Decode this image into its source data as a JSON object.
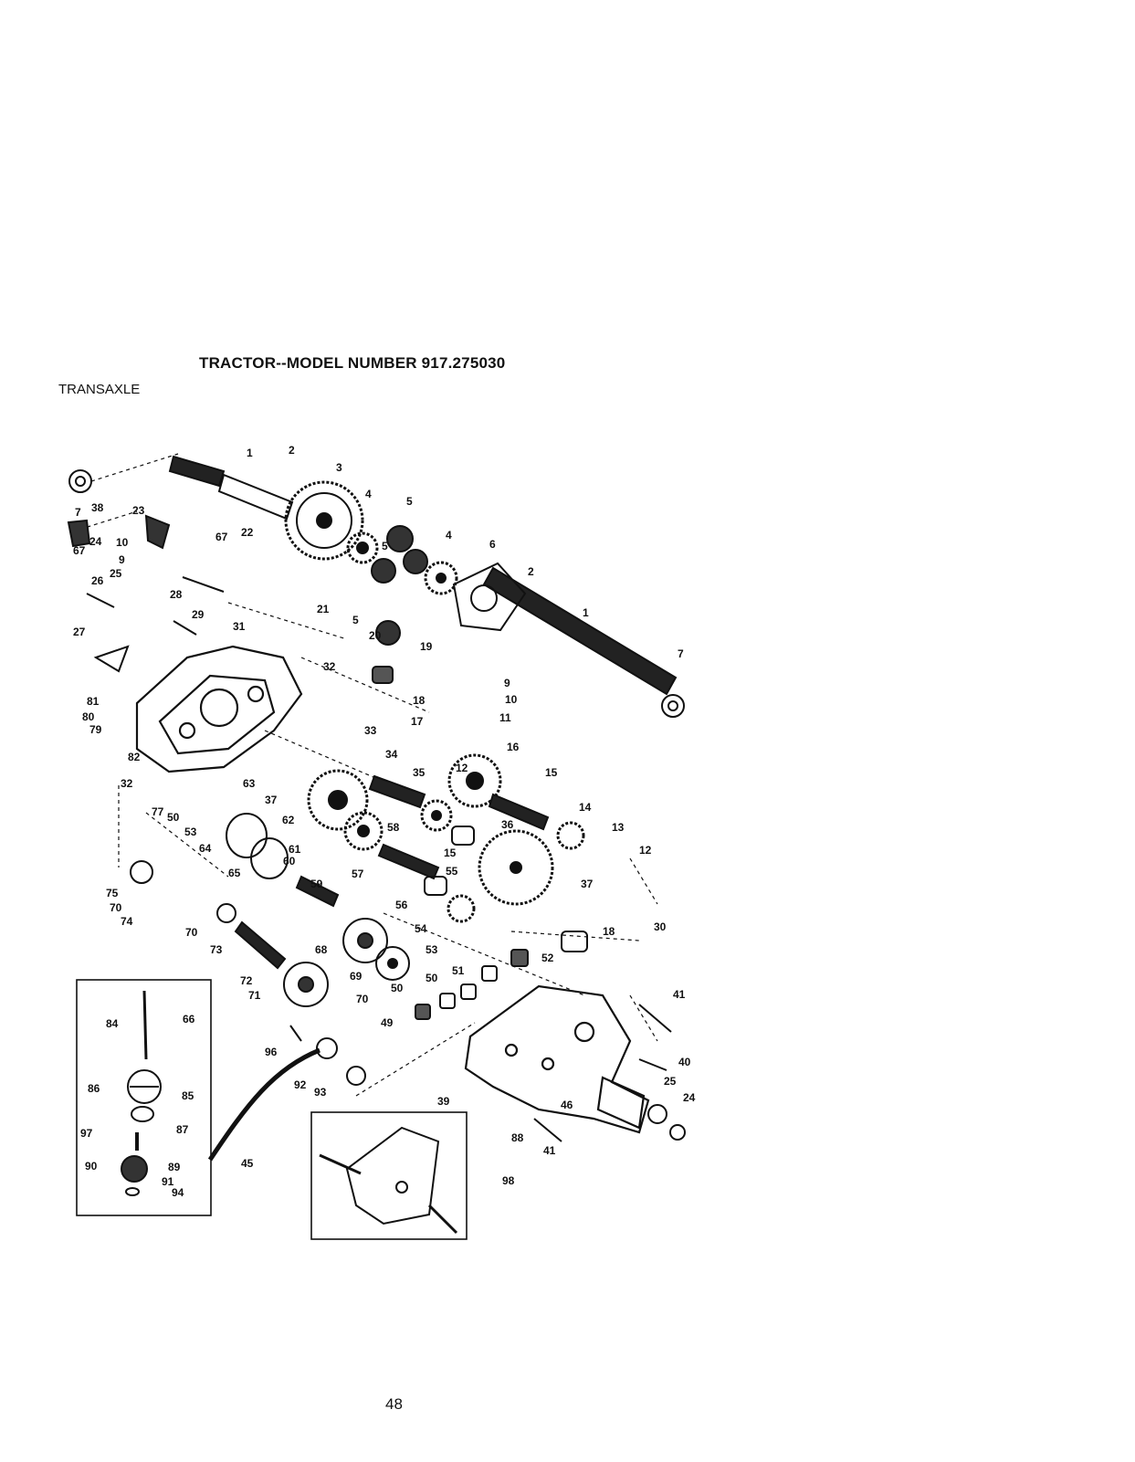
{
  "header": {
    "title": "TRACTOR--MODEL NUMBER 917.275030",
    "section": "TRANSAXLE"
  },
  "footer": {
    "page_number": "48"
  },
  "callouts": [
    "1",
    "2",
    "3",
    "4",
    "5",
    "5",
    "4",
    "6",
    "2",
    "1",
    "7",
    "7",
    "38",
    "23",
    "10",
    "9",
    "24",
    "67",
    "25",
    "26",
    "67",
    "22",
    "28",
    "29",
    "31",
    "27",
    "21",
    "5",
    "20",
    "19",
    "9",
    "10",
    "81",
    "32",
    "18",
    "11",
    "80",
    "79",
    "17",
    "33",
    "34",
    "12",
    "16",
    "82",
    "35",
    "15",
    "32",
    "63",
    "37",
    "14",
    "62",
    "58",
    "36",
    "13",
    "77",
    "50",
    "53",
    "64",
    "61",
    "60",
    "15",
    "12",
    "65",
    "57",
    "55",
    "37",
    "59",
    "75",
    "70",
    "74",
    "70",
    "73",
    "56",
    "54",
    "72",
    "68",
    "53",
    "18",
    "30",
    "71",
    "69",
    "50",
    "51",
    "52",
    "70",
    "50",
    "49",
    "41",
    "84",
    "66",
    "96",
    "40",
    "86",
    "85",
    "92",
    "93",
    "25",
    "24",
    "39",
    "46",
    "88",
    "87",
    "41",
    "45",
    "97",
    "90",
    "89",
    "91",
    "94",
    "98"
  ]
}
